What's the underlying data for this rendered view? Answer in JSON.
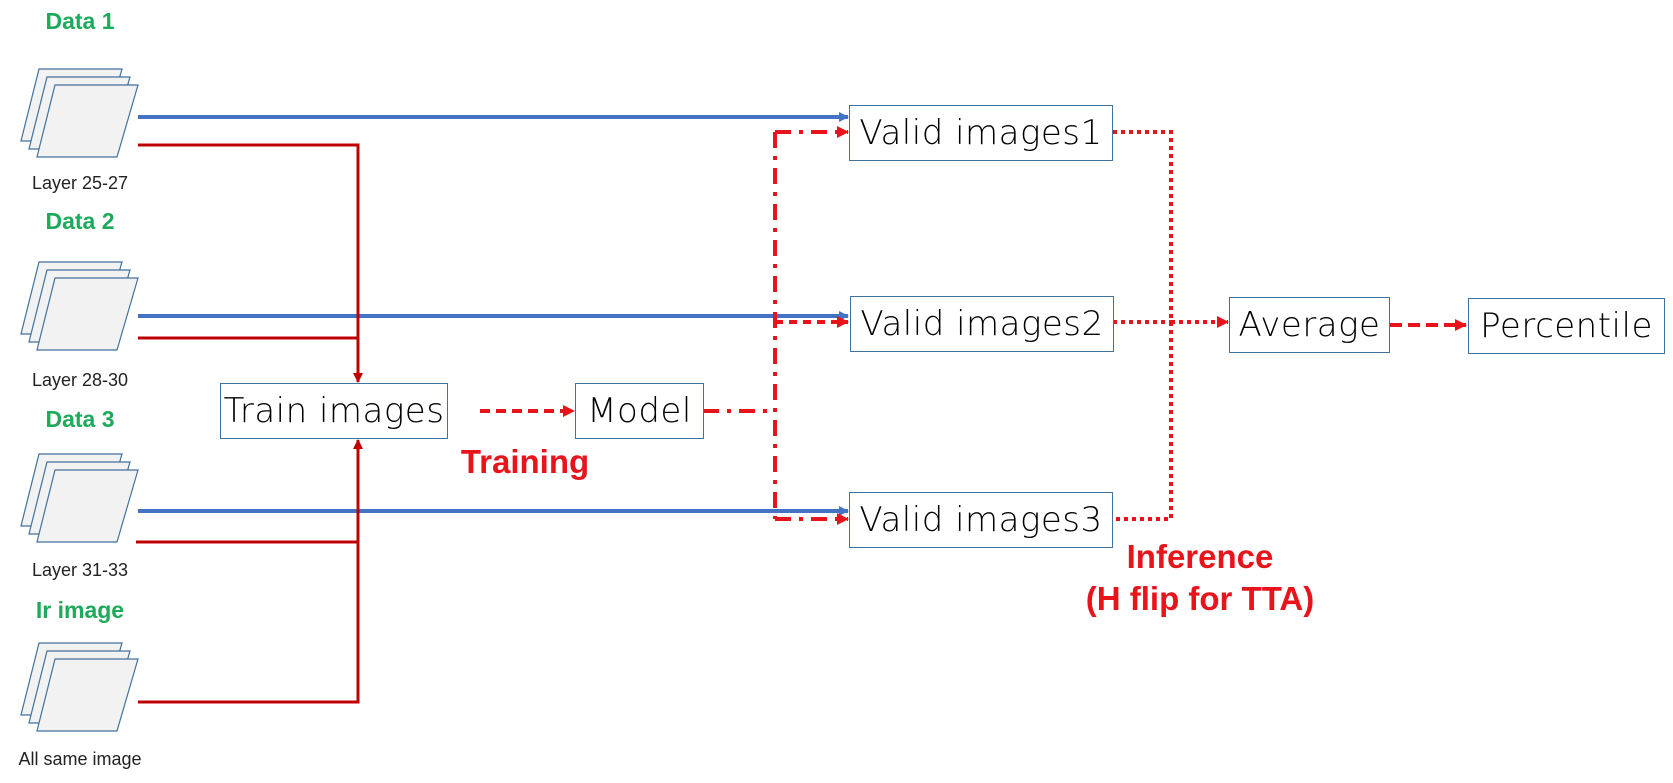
{
  "sources": [
    {
      "title": "Data 1",
      "caption": "Layer 25-27"
    },
    {
      "title": "Data 2",
      "caption": "Layer 28-30"
    },
    {
      "title": "Data 3",
      "caption": "Layer 31-33"
    },
    {
      "title": "Ir image",
      "caption": "All same image"
    }
  ],
  "nodes": {
    "train": "Train images",
    "model": "Model",
    "valid1": "Valid images1",
    "valid2": "Valid images2",
    "valid3": "Valid images3",
    "average": "Average",
    "percentile": "Percentile"
  },
  "labels": {
    "training": "Training",
    "inference_line1": "Inference",
    "inference_line2": "(H flip for TTA)"
  },
  "colors": {
    "green": "#1eaa5a",
    "blue": "#4472c4",
    "darkred": "#c00000",
    "red": "#e8141c",
    "box_border": "#41719c"
  }
}
